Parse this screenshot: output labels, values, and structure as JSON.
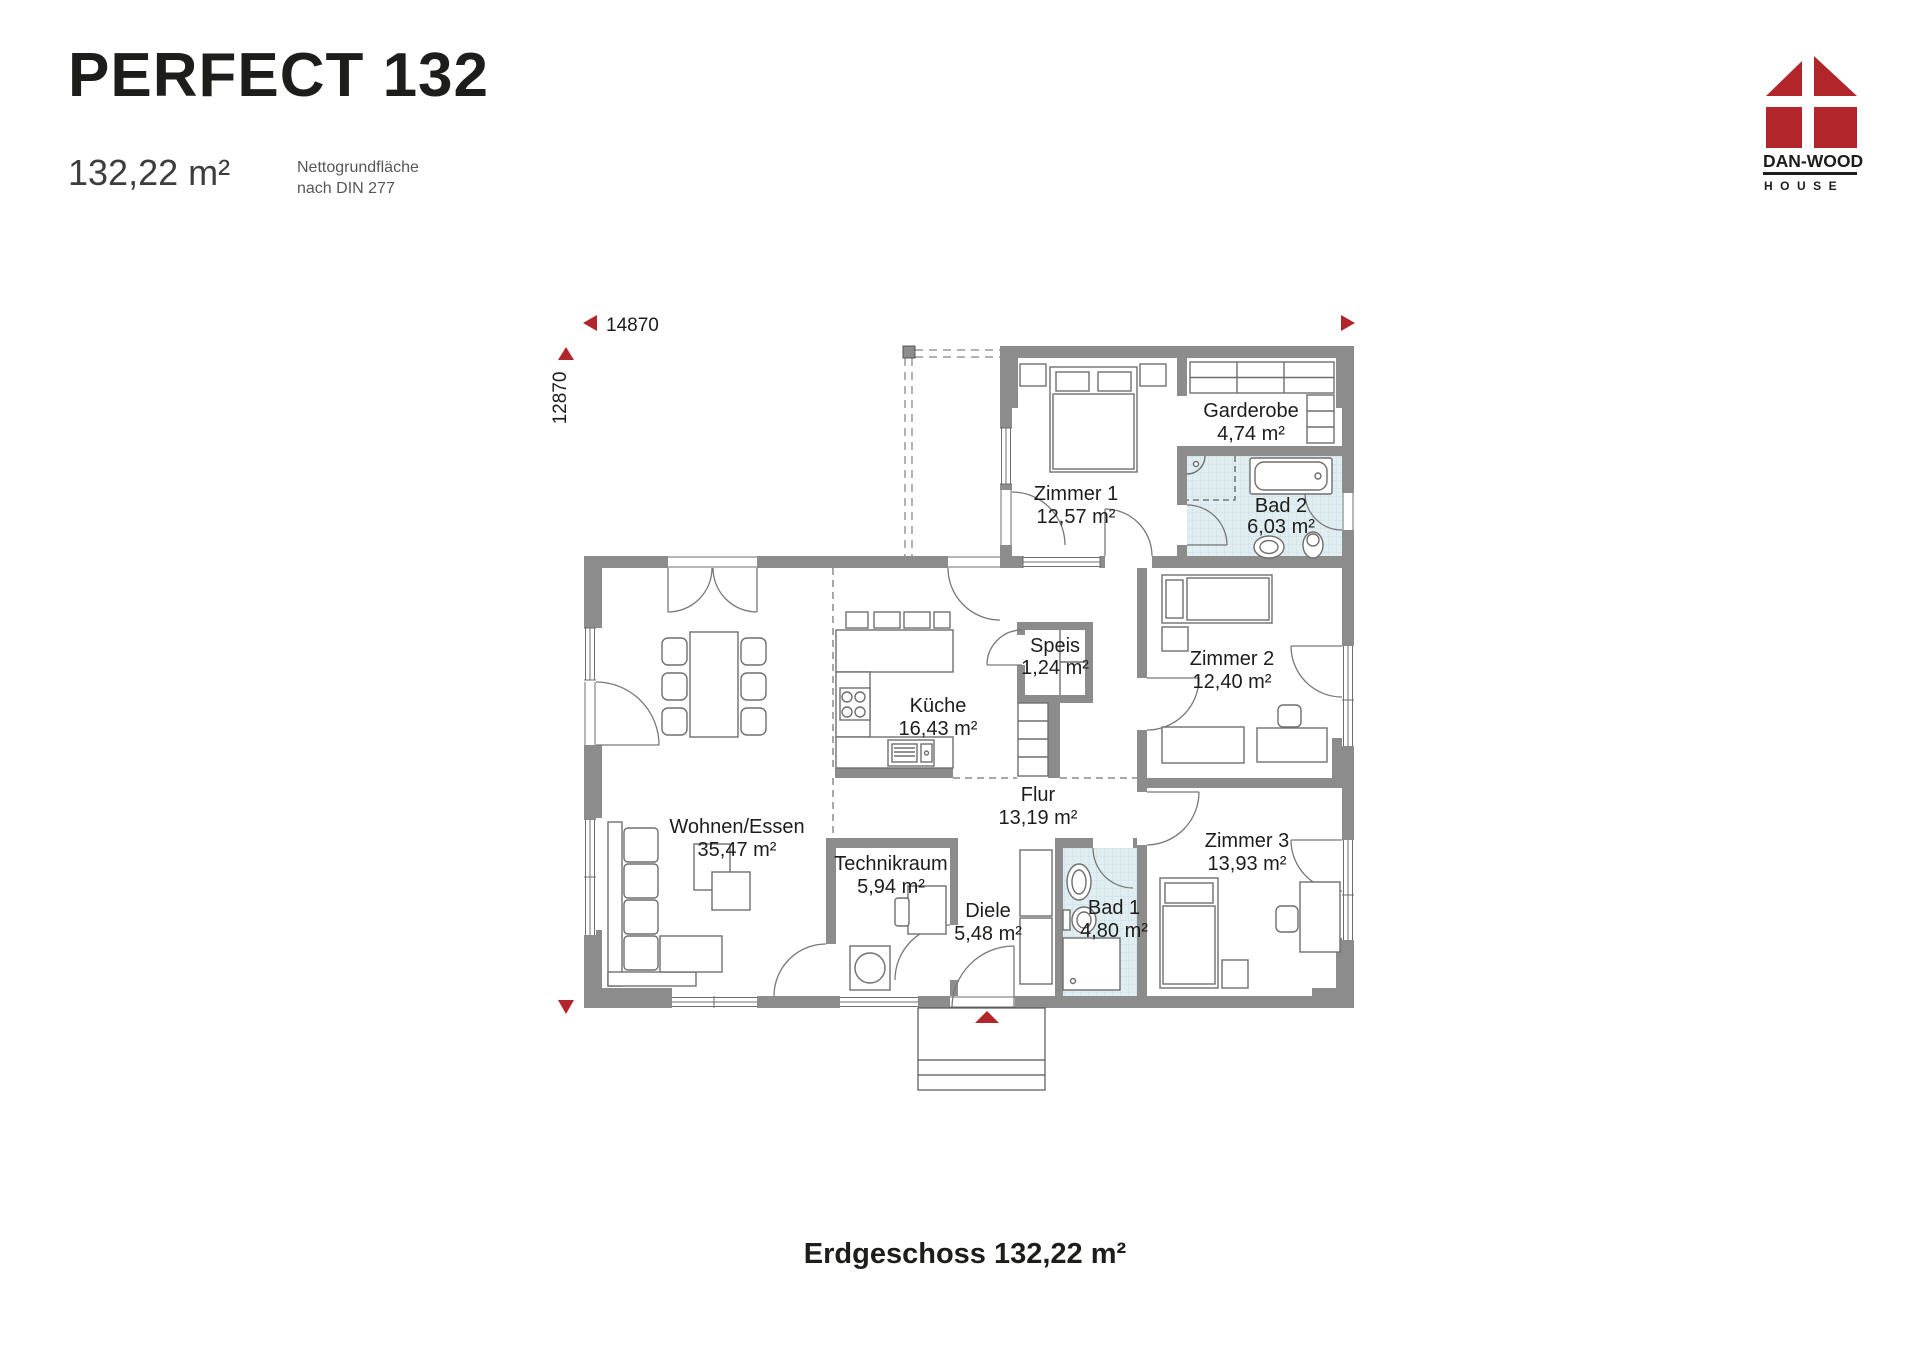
{
  "header": {
    "title": "PERFECT 132",
    "area": "132,22 m²",
    "note_line1": "Nettogrundfläche",
    "note_line2": "nach DIN 277"
  },
  "logo": {
    "brand": "DAN-WOOD",
    "word": "HOUSE"
  },
  "dimensions": {
    "width": "14870",
    "height": "12870"
  },
  "rooms": [
    {
      "name": "Zimmer 1",
      "area": "12,57 m²"
    },
    {
      "name": "Garderobe",
      "area": "4,74 m²"
    },
    {
      "name": "Bad 2",
      "area": "6,03 m²"
    },
    {
      "name": "Zimmer 2",
      "area": "12,40 m²"
    },
    {
      "name": "Speis",
      "area": "1,24 m²"
    },
    {
      "name": "Küche",
      "area": "16,43 m²"
    },
    {
      "name": "Wohnen/Essen",
      "area": "35,47 m²"
    },
    {
      "name": "Flur",
      "area": "13,19 m²"
    },
    {
      "name": "Technikraum",
      "area": "5,94 m²"
    },
    {
      "name": "Diele",
      "area": "5,48 m²"
    },
    {
      "name": "Bad 1",
      "area": "4,80 m²"
    },
    {
      "name": "Zimmer 3",
      "area": "13,93 m²"
    }
  ],
  "footer": {
    "caption": "Erdgeschoss 132,22 m²"
  },
  "colors": {
    "accent_red": "#b2262b",
    "wall_gray": "#8c8c8c",
    "bath_blue": "#e0edf1",
    "text_dark": "#1d1d1b",
    "text_gray": "#575756"
  }
}
